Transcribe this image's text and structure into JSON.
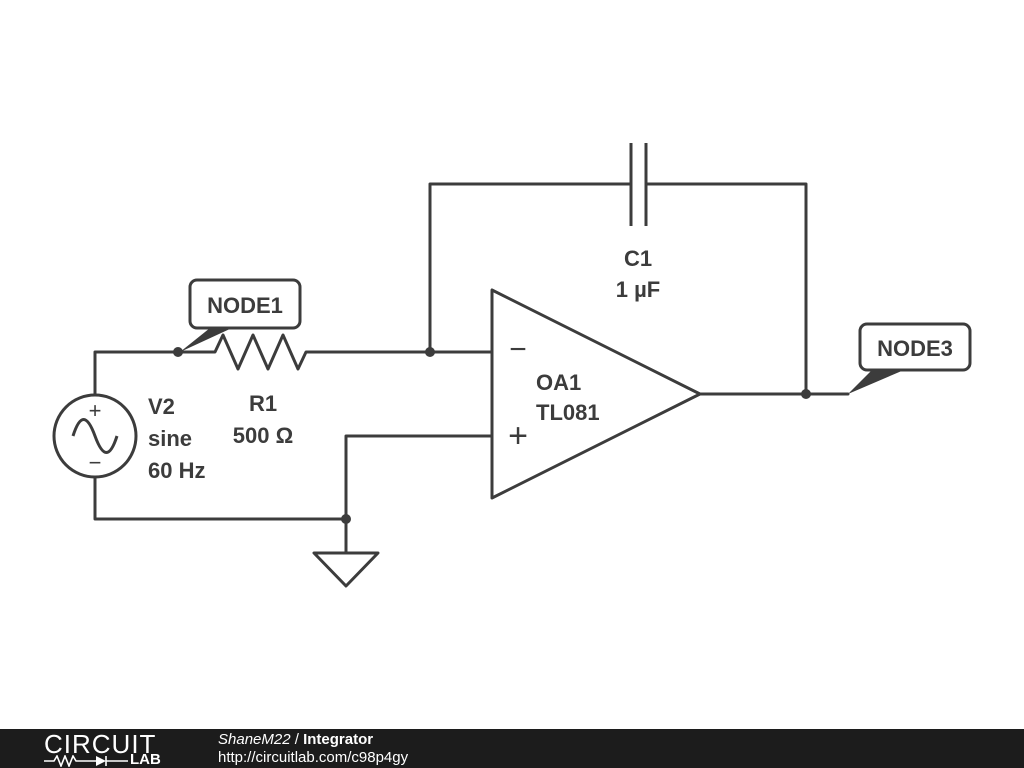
{
  "components": {
    "source": {
      "name": "V2",
      "type": "sine",
      "frequency": "60 Hz",
      "plus": "+",
      "minus": "−"
    },
    "resistor": {
      "name": "R1",
      "value": "500 Ω"
    },
    "capacitor": {
      "name": "C1",
      "value": "1 µF"
    },
    "opamp": {
      "name": "OA1",
      "model": "TL081",
      "inverting": "−",
      "noninverting": "+"
    }
  },
  "node_labels": {
    "input": "NODE1",
    "output": "NODE3"
  },
  "footer": {
    "logo_top": "CIRCUIT",
    "logo_bottom": "LAB",
    "author": "ShaneM22",
    "separator": " / ",
    "title": "Integrator",
    "url": "http://circuitlab.com/c98p4gy"
  }
}
